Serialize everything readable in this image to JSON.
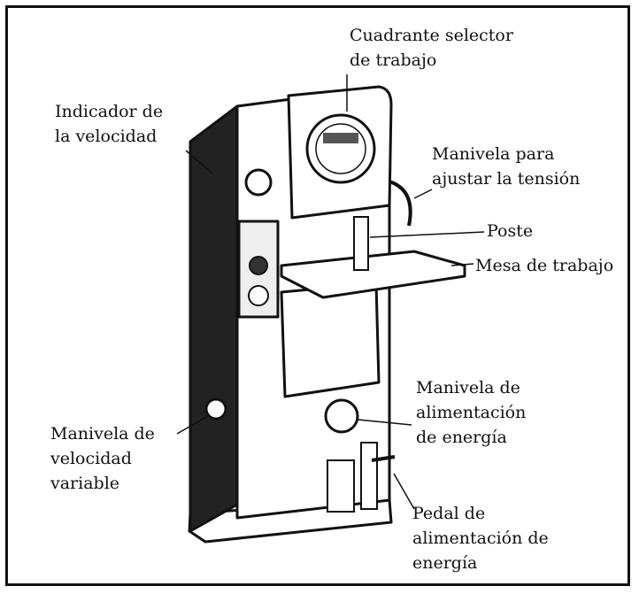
{
  "labels": {
    "cuadrante": "Cuadrante selector\nde trabajo",
    "indicador": "Indicador de\nla velocidad",
    "manivela_tension": "Manivela para\najustar la tensión",
    "poste": "Poste",
    "mesa": "Mesa de trabajo",
    "manivela_alimentacion": "Manivela de\nalimentación\nde energía",
    "manivela_velocidad": "Manivela de\nvelocidad\nvariable",
    "pedal": "Pedal de\nalimentación de\nenergía"
  },
  "colors": {
    "ink": "#111111",
    "paper": "#ffffff",
    "shade": "#d9d9d9"
  }
}
